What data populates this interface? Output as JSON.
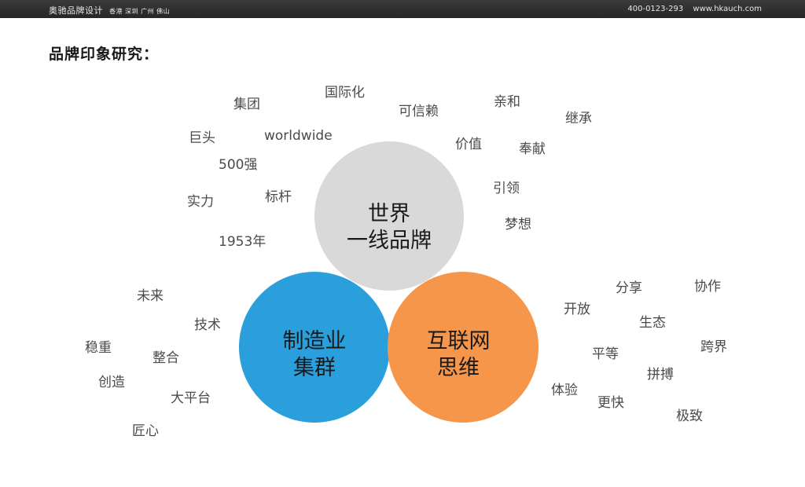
{
  "header": {
    "brand": "奥驰品牌设计",
    "cities": "香港 深圳 广州 佛山",
    "phone": "400-0123-293",
    "website": "www.hkauch.com"
  },
  "page_title": "品牌印象研究：",
  "colors": {
    "top_circle": "#d9d9d9",
    "left_circle": "#2a9fdc",
    "right_circle": "#f5964a",
    "word_text": "#4a4a4a"
  },
  "circles": {
    "top": {
      "line1": "世界",
      "line2": "一线品牌"
    },
    "left": {
      "line1": "制造业",
      "line2": "集群"
    },
    "right": {
      "line1": "互联网",
      "line2": "思维"
    }
  },
  "words": {
    "top_cluster": [
      "集团",
      "国际化",
      "可信赖",
      "亲和",
      "继承",
      "巨头",
      "worldwide",
      "价值",
      "奉献",
      "500强",
      "引领",
      "实力",
      "标杆",
      "梦想",
      "1953年"
    ],
    "left_cluster": [
      "未来",
      "技术",
      "稳重",
      "整合",
      "创造",
      "大平台",
      "匠心"
    ],
    "right_cluster": [
      "分享",
      "协作",
      "开放",
      "生态",
      "跨界",
      "平等",
      "拼搏",
      "体验",
      "更快",
      "极致"
    ]
  }
}
